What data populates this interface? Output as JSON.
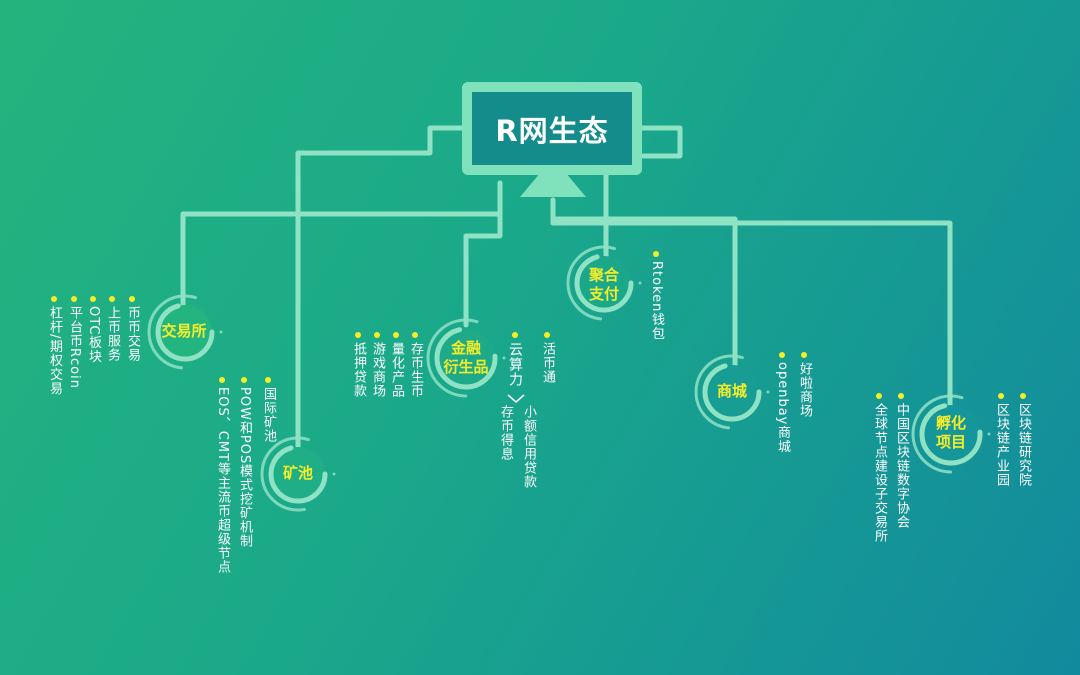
{
  "title": "R网生态",
  "colors": {
    "line": "#8fe2c4",
    "accent": "#f4ee2a",
    "screen": "#148c8c"
  },
  "nodes": {
    "exchange": {
      "label": "交易所",
      "items": [
        "币币交易",
        "上币服务",
        "OTC板块",
        "平台币Rcoin",
        "杠杆/期权交易"
      ]
    },
    "mining": {
      "label": "矿池",
      "items": [
        "国际矿池",
        "POW和POS模式挖矿机制",
        "EOS、CMT等主流币超级节点"
      ]
    },
    "finance": {
      "label_line1": "金融",
      "label_line2": "衍生品",
      "items": [
        "存币生币",
        "量化产品",
        "游戏商场",
        "抵押贷款"
      ],
      "cloud": "云算力",
      "items_right": [
        "活币通"
      ],
      "cloud_sub": [
        "小额信用贷款",
        "存币得息"
      ]
    },
    "payment": {
      "label_line1": "聚合",
      "label_line2": "支付",
      "items": [
        "Rtoken钱包"
      ]
    },
    "mall": {
      "label": "商城",
      "items": [
        "好啦商场",
        "openbay商城"
      ]
    },
    "incubator": {
      "label_line1": "孵化",
      "label_line2": "项目",
      "items_left": [
        "中国区块链数字协会",
        "全球节点建设子交易所"
      ],
      "items_right": [
        "区块链研究院",
        "区块链产业园"
      ]
    }
  }
}
